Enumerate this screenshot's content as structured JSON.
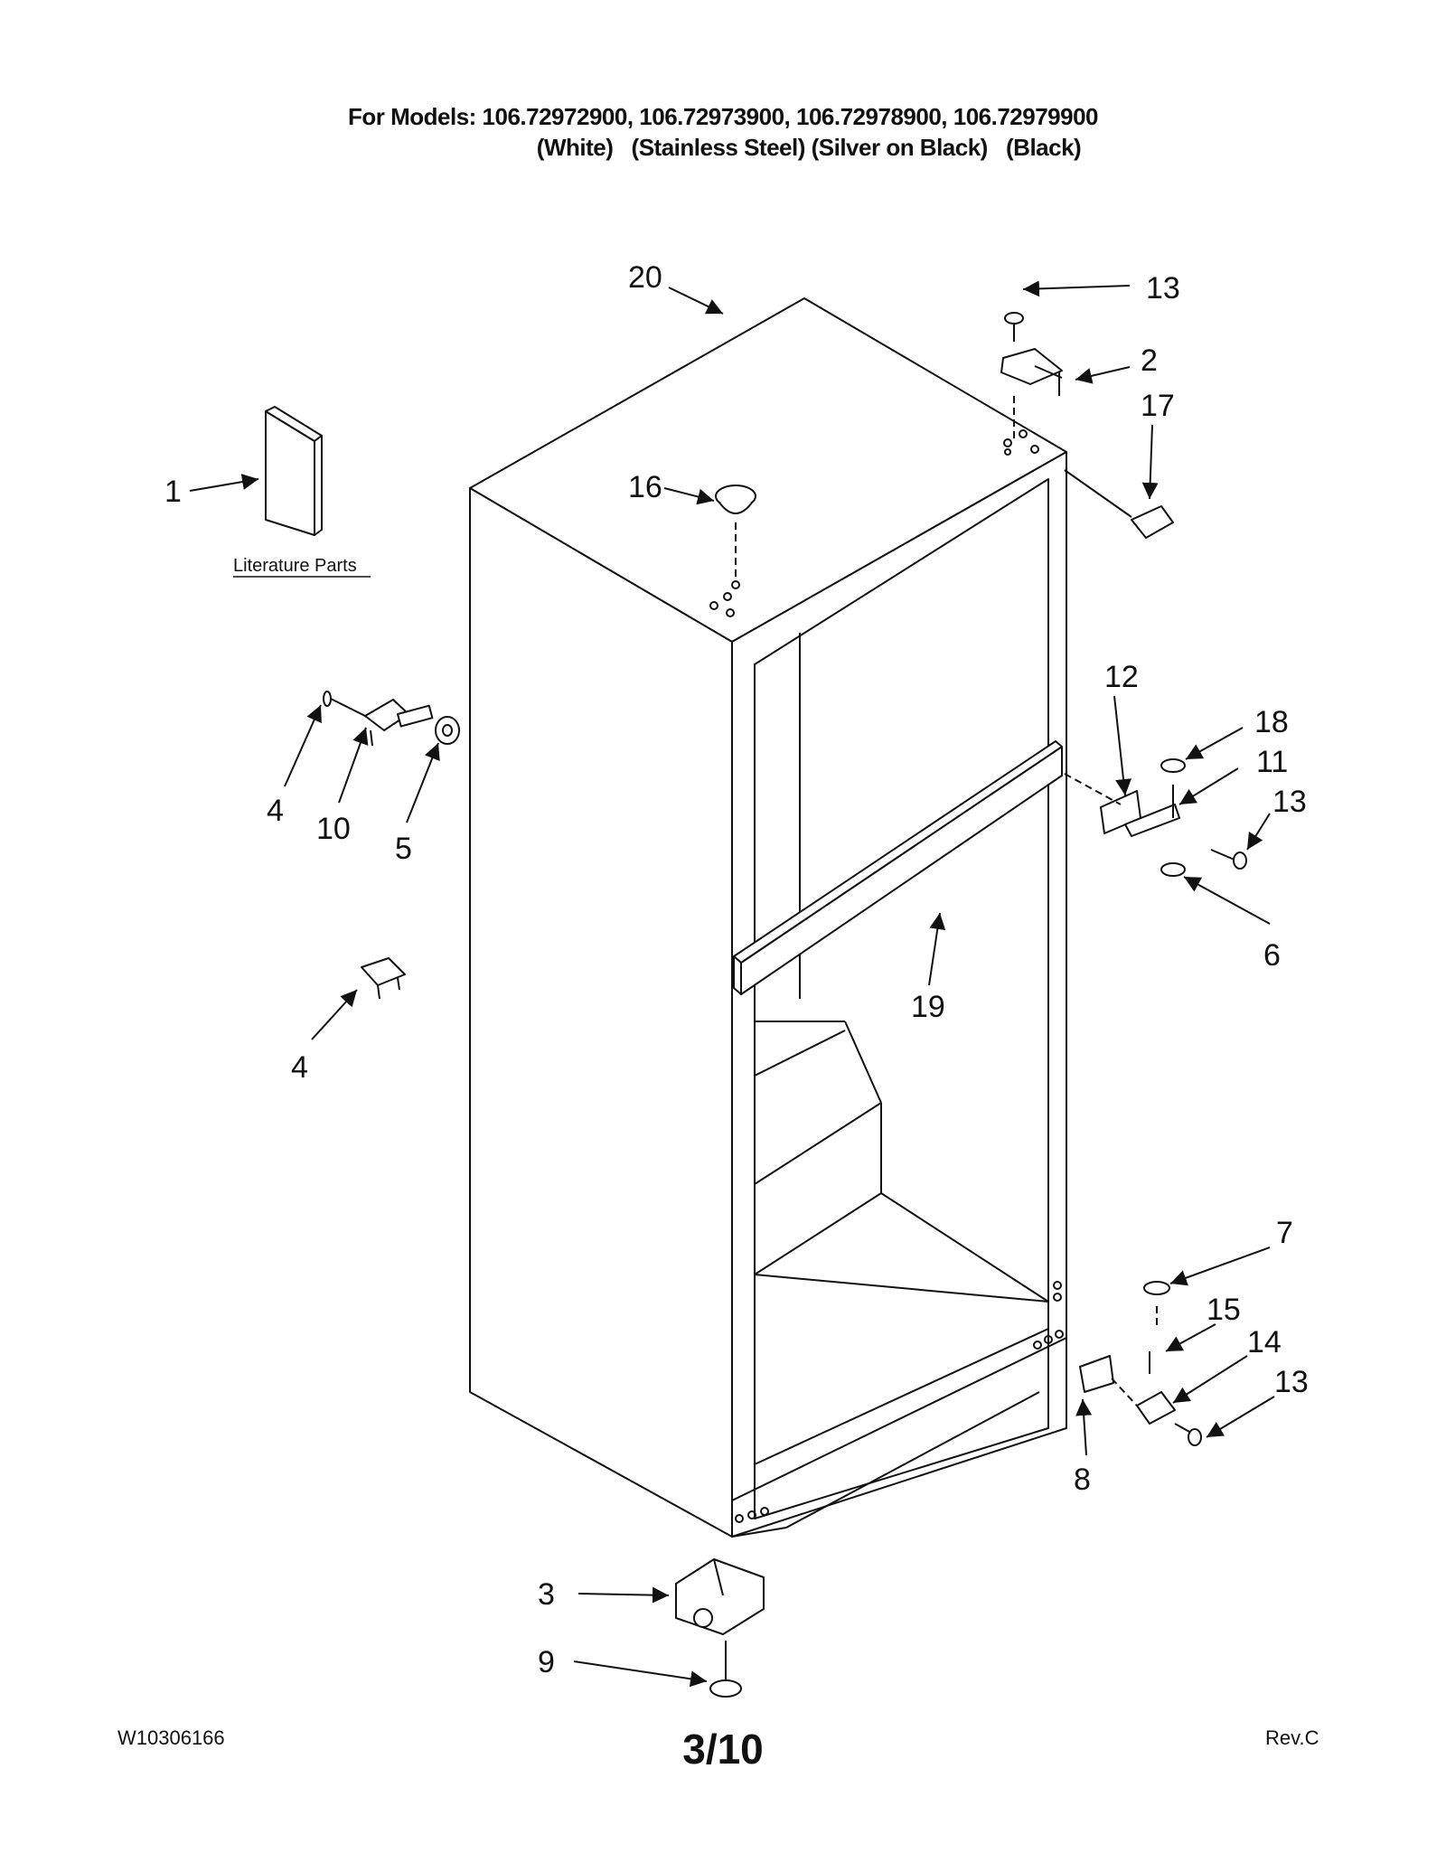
{
  "header": {
    "models_line": "For Models: 106.72972900, 106.72973900, 106.72978900, 106.72979900",
    "finishes_line": "(White)   (Stainless Steel) (Silver on Black)   (Black)"
  },
  "literature_label": "Literature Parts",
  "callouts": {
    "c1": "1",
    "c2": "2",
    "c3": "3",
    "c4a": "4",
    "c4b": "4",
    "c5": "5",
    "c6": "6",
    "c7": "7",
    "c8": "8",
    "c9": "9",
    "c10": "10",
    "c11": "11",
    "c12": "12",
    "c13a": "13",
    "c13b": "13",
    "c13c": "13",
    "c14": "14",
    "c15": "15",
    "c16": "16",
    "c17": "17",
    "c18": "18",
    "c19": "19",
    "c20": "20"
  },
  "footer": {
    "doc_number": "W10306166",
    "page": "3/10",
    "revision": "Rev.C"
  }
}
